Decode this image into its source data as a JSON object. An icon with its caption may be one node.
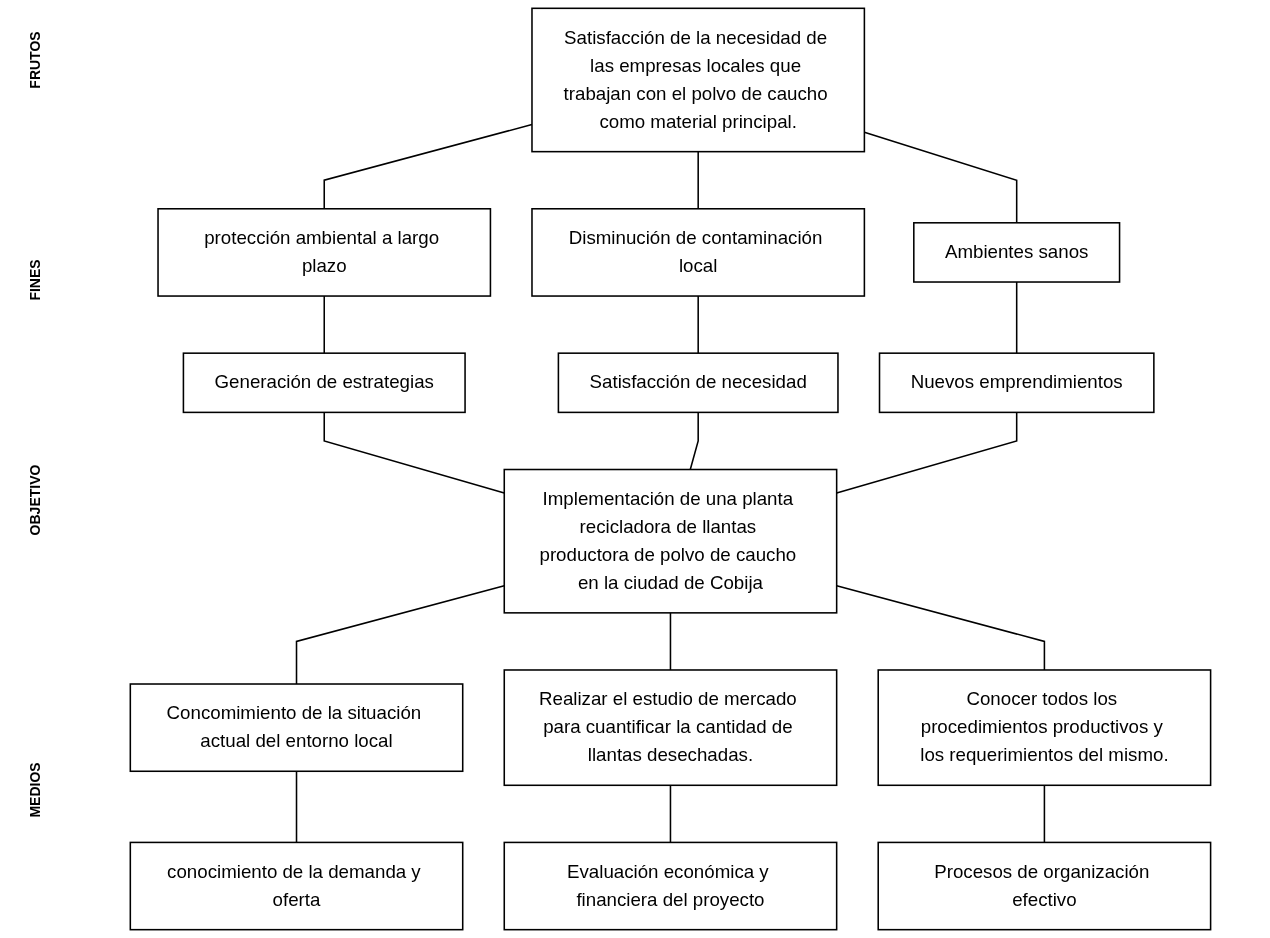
{
  "diagram": {
    "nodes": [
      {
        "text": [
          "Satisfacción de la necesidad de las empresas locales que trabajan con el polvo de caucho como material principal."
        ]
      },
      {
        "text": [
          "protección ambiental a largo plazo"
        ]
      },
      {
        "text": [
          "Disminución de contaminación local"
        ]
      },
      {
        "text": [
          "Ambientes sanos"
        ]
      },
      {
        "text": [
          "Generación de estrategias"
        ]
      },
      {
        "text": [
          "Satisfacción de necesidad"
        ]
      },
      {
        "text": [
          "Nuevos emprendimientos"
        ]
      },
      {
        "text": [
          "Implementación de una planta recicladora de llantas productora de polvo de caucho en la ciudad de Cobija"
        ]
      },
      {
        "text": [
          "Concomimiento de la situación actual del entorno local"
        ]
      },
      {
        "text": [
          "Realizar el estudio de mercado para cuantificar la cantidad de llantas desechadas."
        ]
      },
      {
        "text": [
          "Conocer todos los procedimientos productivos y los requerimientos del mismo."
        ]
      },
      {
        "text": [
          "conocimiento de la demanda y oferta"
        ]
      },
      {
        "text": [
          "Evaluación económica y financiera del proyecto"
        ]
      },
      {
        "text": [
          "Procesos de organización efectivo"
        ]
      }
    ],
    "edges": [
      {
        "from": 0,
        "to": 1,
        "arrow": "none"
      },
      {
        "from": 0,
        "to": 2,
        "arrow": "none"
      },
      {
        "from": 0,
        "to": 3,
        "arrow": "none"
      },
      {
        "from": 1,
        "to": 4,
        "arrow": "none"
      },
      {
        "from": 2,
        "to": 5,
        "arrow": "none"
      },
      {
        "from": 3,
        "to": 6,
        "arrow": "none"
      },
      {
        "from": 4,
        "to": 7,
        "arrow": "none"
      },
      {
        "from": 5,
        "to": 7,
        "arrow": "none"
      },
      {
        "from": 6,
        "to": 7,
        "arrow": "none"
      },
      {
        "from": 7,
        "to": 8,
        "arrow": "none"
      },
      {
        "from": 7,
        "to": 9,
        "arrow": "none"
      },
      {
        "from": 7,
        "to": 10,
        "arrow": "none"
      },
      {
        "from": 8,
        "to": 11,
        "arrow": "none"
      },
      {
        "from": 9,
        "to": 12,
        "arrow": "none"
      },
      {
        "from": 10,
        "to": 13,
        "arrow": "none"
      }
    ],
    "labels": [
      "FRUTOS",
      "FINES",
      "OBJETIVO",
      "MEDIOS"
    ]
  }
}
